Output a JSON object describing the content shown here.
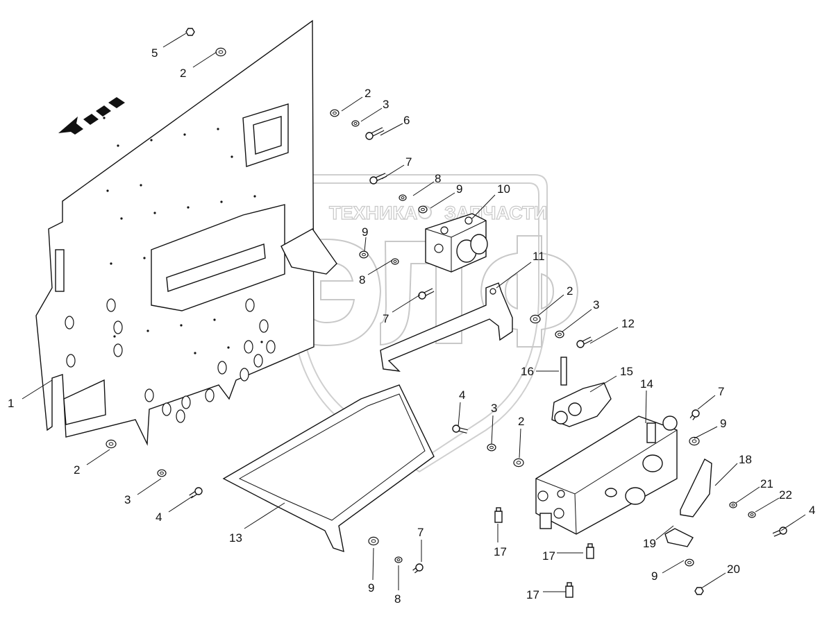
{
  "watermark": {
    "brand_top": "ТЕХНИКА",
    "brand_bottom": "ЗАПЧАСТИ",
    "logo_letters": "ЭЛФ",
    "color": "#c8c8c8"
  },
  "direction_arrow": {
    "icon": "direction-arrow-icon"
  },
  "callouts": [
    "5",
    "2",
    "2",
    "3",
    "6",
    "7",
    "8",
    "9",
    "10",
    "9",
    "8",
    "7",
    "11",
    "2",
    "3",
    "12",
    "16",
    "15",
    "14",
    "7",
    "9",
    "18",
    "21",
    "22",
    "4",
    "19",
    "9",
    "20",
    "17",
    "17",
    "17",
    "4",
    "3",
    "2",
    "13",
    "7",
    "9",
    "8",
    "1",
    "2",
    "3",
    "4"
  ]
}
